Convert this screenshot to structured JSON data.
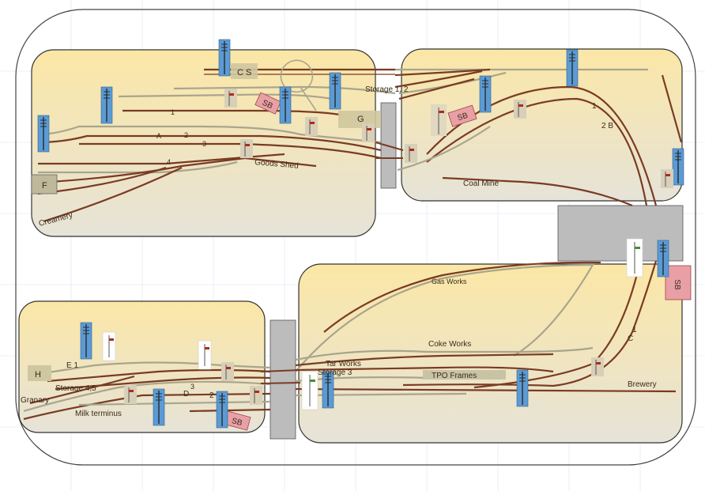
{
  "colors": {
    "board_top": "#fbe7a6",
    "board_bottom": "#e6e3d8",
    "track_main": "#7a3b22",
    "track_siding": "#a9a58c",
    "signal_box": "#e8a0a6",
    "bridge": "#bcbcbc",
    "pole": "#5b9bd5"
  },
  "labels": {
    "cs": "C S",
    "sb1": "SB",
    "sb2": "SB",
    "sb3": "SB",
    "sb4": "SB",
    "storage12": "Storage 1, 2",
    "g": "G",
    "f": "F",
    "track1": "1",
    "track2": "2",
    "track3": "3",
    "track4": "4",
    "a": "A",
    "goods_shed": "Goods Shed",
    "creamery": "Creamery",
    "coal_mine": "Coal Mine",
    "tr_1": "1",
    "tr_2b": "2  B",
    "gas_works": "Gas Works",
    "coke_works": "Coke Works",
    "tar_works": "Tar Works",
    "storage3": "Storage 3",
    "tpo_frames": "TPO Frames",
    "brewery": "Brewery",
    "c1": "1",
    "c": "C",
    "h": "H",
    "e1": "E  1",
    "storage45": "Storage 4,5",
    "granary": "Granary",
    "milk_terminus": "Milk terminus",
    "d3": "3",
    "d": "D",
    "d2": "2"
  }
}
